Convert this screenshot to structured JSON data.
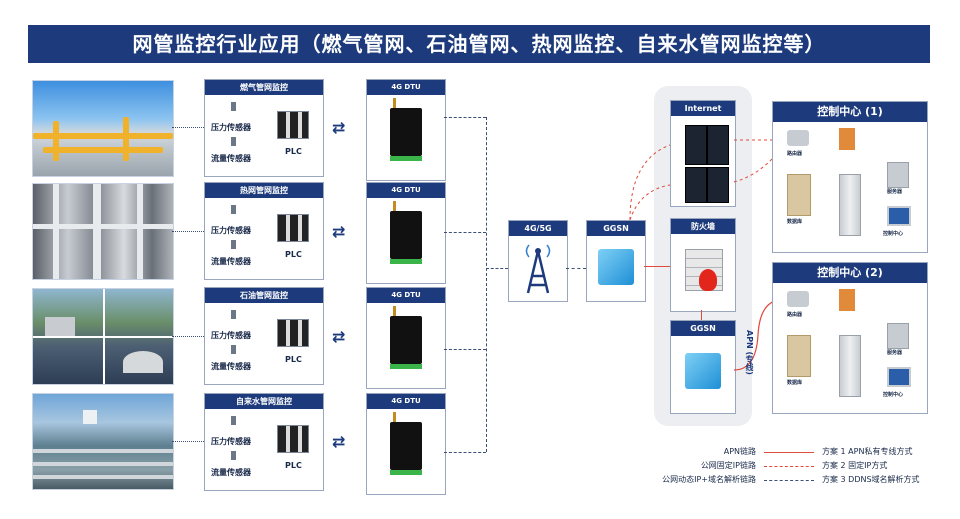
{
  "title": "网管监控行业应用（燃气管网、石油管网、热网监控、自来水管网监控等）",
  "monitor_rows": [
    {
      "panel_title": "燃气管网监控",
      "pressure_label": "压力传感器",
      "flow_label": "流量传感器",
      "plc_label": "PLC",
      "dtu_title": "4G DTU"
    },
    {
      "panel_title": "热网管网监控",
      "pressure_label": "压力传感器",
      "flow_label": "流量传感器",
      "plc_label": "PLC",
      "dtu_title": "4G DTU"
    },
    {
      "panel_title": "石油管网监控",
      "pressure_label": "压力传感器",
      "flow_label": "流量传感器",
      "plc_label": "PLC",
      "dtu_title": "4G DTU"
    },
    {
      "panel_title": "自来水管网监控",
      "pressure_label": "压力传感器",
      "flow_label": "流量传感器",
      "plc_label": "PLC",
      "dtu_title": "4G DTU"
    }
  ],
  "network": {
    "tower_label": "4G/5G",
    "ggsn1_label": "GGSN",
    "internet_label": "Internet",
    "firewall_label": "防火墙",
    "ggsn2_label": "GGSN",
    "apn_label": "APN (专线)"
  },
  "control_centers": [
    {
      "title": "控制中心 (1)",
      "router": "路由器",
      "database": "数据库",
      "server": "服务器",
      "console": "控制中心"
    },
    {
      "title": "控制中心 (2)",
      "router": "路由器",
      "database": "数据库",
      "server": "服务器",
      "console": "控制中心"
    }
  ],
  "legend": [
    {
      "name": "APN链路",
      "desc": "方案 1 APN私有专线方式",
      "color": "#e04a3a",
      "style": "solid"
    },
    {
      "name": "公网固定IP链路",
      "desc": "方案 2 固定IP方式",
      "color": "#e04a3a",
      "style": "dashed"
    },
    {
      "name": "公网动态IP+域名解析链路",
      "desc": "方案 3 DDNS域名解析方式",
      "color": "#3a4e78",
      "style": "dashed"
    }
  ],
  "colors": {
    "primary": "#1d3b7c",
    "link_red": "#e04a3a",
    "link_blue": "#3a4e78"
  }
}
